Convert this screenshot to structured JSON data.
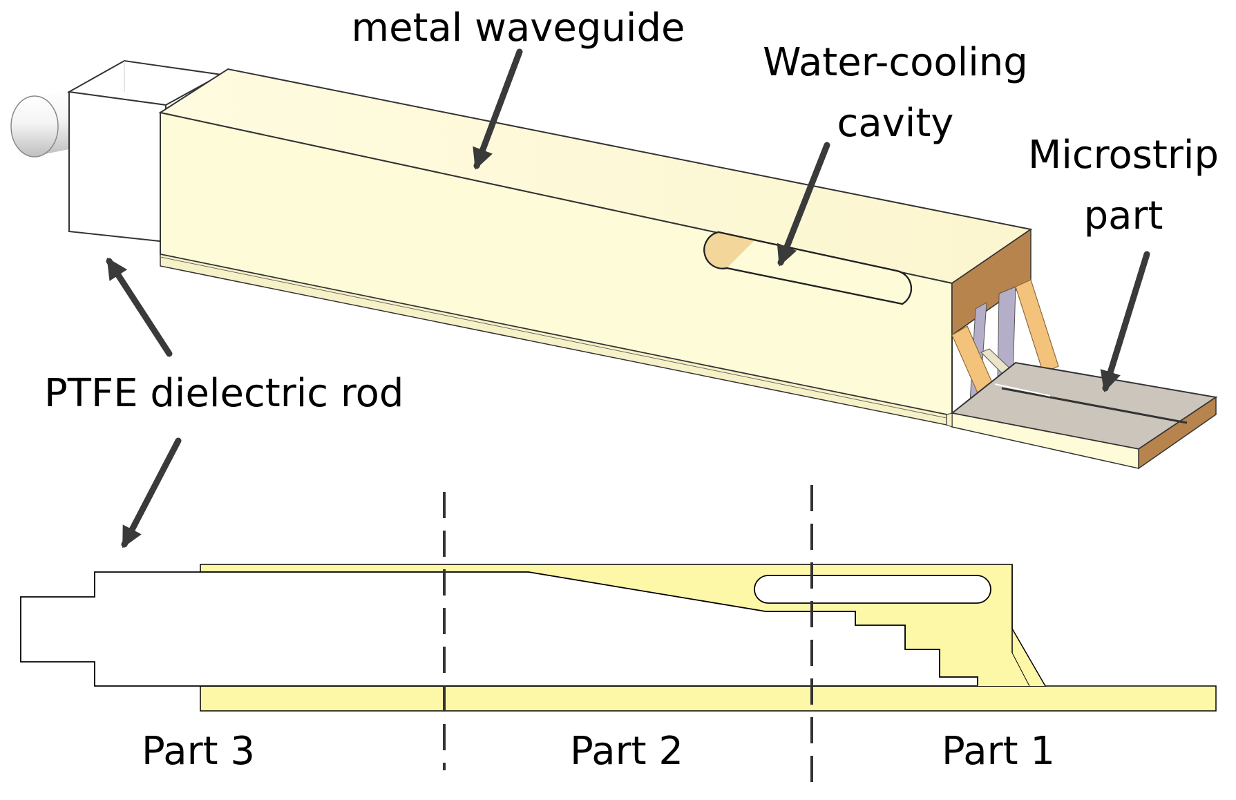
{
  "labels": {
    "metal_waveguide": "metal waveguide",
    "water_cooling_line1": "Water-cooling",
    "water_cooling_line2": "cavity",
    "microstrip_line1": "Microstrip",
    "microstrip_line2": "part",
    "ptfe_rod": "PTFE dielectric rod",
    "part3": "Part 3",
    "part2": "Part 2",
    "part1": "Part 1"
  },
  "colors": {
    "metal": "#fdfbd6",
    "metal_side": "#f6f0c2",
    "section_fill": "#fdf7a8",
    "copper": "#b8844d",
    "copper_light": "#f3c37b",
    "substrate": "#cbc5bb",
    "probe": "#b5aec8",
    "arrow": "#3a3a3a",
    "outline": "#000000"
  }
}
